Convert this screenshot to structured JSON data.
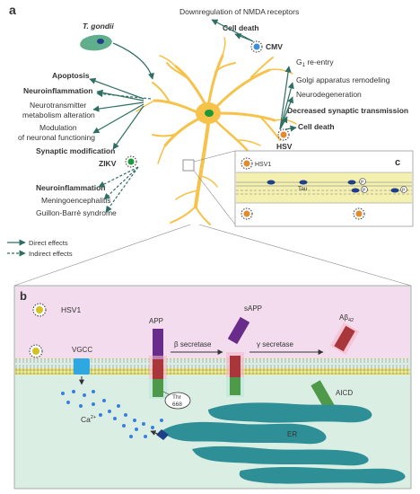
{
  "panel_a": {
    "letter": "a",
    "labels": {
      "t_gondii": "T. gondii",
      "downregulation": "Downregulation of NMDA receptors",
      "cell_death_top": "Cell death",
      "cmv": "CMV",
      "apoptosis": "Apoptosis",
      "neuroinflammation_1": "Neuroinflammation",
      "neurotransmitter_1": "Neurotransmitter",
      "neurotransmitter_2": "metabolism alteration",
      "modulation_1": "Modulation",
      "modulation_2": "of neuronal functioning",
      "synaptic_mod": "Synaptic modification",
      "zikv": "ZIKV",
      "neuroinflammation_2": "Neuroinflammation",
      "meningo": "Meningoencephalitis",
      "guillon": "Guillon-Barrè syndrome",
      "g1_prefix": "G",
      "g1_sub": "1",
      "g1_suffix": " re-entry",
      "golgi": "Golgi apparatus remodeling",
      "neurodegeneration": "Neurodegeneration",
      "decreased": "Decreased synaptic transmission",
      "cell_death_right": "Cell death",
      "hsv": "HSV"
    }
  },
  "legend": {
    "direct": "Direct effects",
    "indirect": "Indirect effects"
  },
  "panel_c": {
    "letter": "c",
    "hsv1": "HSV1",
    "tau": "Tau",
    "p": "P"
  },
  "panel_b": {
    "letter": "b",
    "hsv1": "HSV1",
    "vgcc": "VGCC",
    "app": "APP",
    "sapp": "sAPP",
    "beta": "β secretase",
    "gamma": "γ secretase",
    "abeta": "Aβ",
    "abeta_sub": "42",
    "aicd": "AICD",
    "thr_1": "Thr",
    "thr_2": "668",
    "ca": "Ca",
    "ca_sup": "2+",
    "er": "ER"
  },
  "colors": {
    "arrow": "#2f6f63",
    "neuron": "#f6c24a",
    "nucleus": "#1a9a3a",
    "membrane": "#d6c024",
    "pink_bg": "#f3dced",
    "green_bg": "#dbeee4",
    "er": "#2e8f96",
    "calcium": "#3a7fe0",
    "app_top": "#6a2c8a",
    "app_mid": "#a8363a",
    "app_bot": "#4e9a4a",
    "tau": "#1f3f8a"
  }
}
